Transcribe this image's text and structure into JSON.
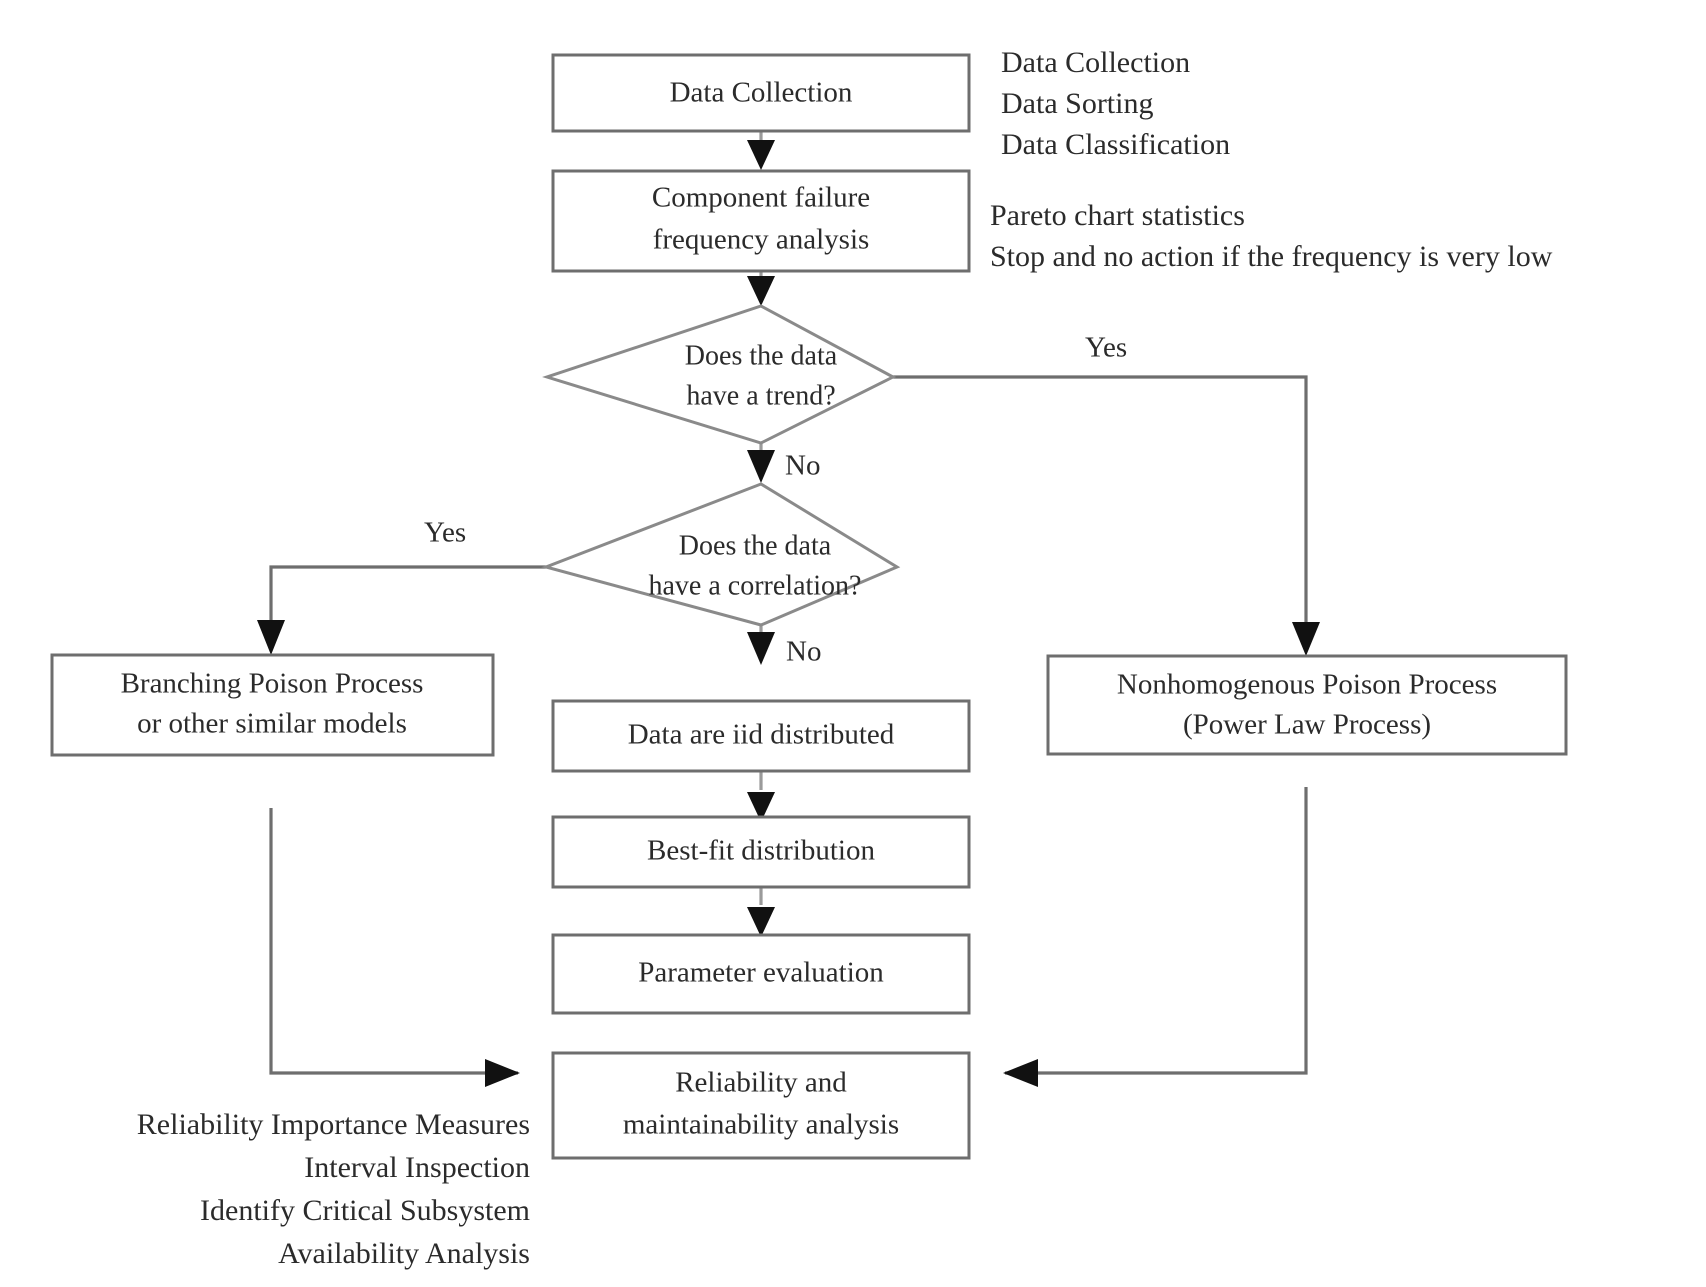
{
  "diagram": {
    "title": "Reliability data analysis flowchart",
    "colors": {
      "box_stroke": "#6e6e6e",
      "diamond_stroke": "#8a8a8a",
      "connector": "#6e6e6e",
      "arrowhead": "#111111",
      "text": "#2b2b2b",
      "background": "#ffffff"
    },
    "nodes": {
      "data_collection": "Data Collection",
      "component_failure_line1": "Component failure",
      "component_failure_line2": "frequency analysis",
      "trend_decision_line1": "Does the data",
      "trend_decision_line2": "have a trend?",
      "correlation_decision_line1": "Does the data",
      "correlation_decision_line2": "have a correlation?",
      "branching_poison_line1": "Branching Poison Process",
      "branching_poison_line2": "or other similar models",
      "nonhomogenous_line1": "Nonhomogenous Poison Process",
      "nonhomogenous_line2": "(Power Law Process)",
      "iid_distributed": "Data are iid distributed",
      "best_fit": "Best-fit distribution",
      "parameter_evaluation": "Parameter evaluation",
      "reliability_line1": "Reliability and",
      "reliability_line2": "maintainability analysis"
    },
    "edge_labels": {
      "trend_yes": "Yes",
      "trend_no": "No",
      "correlation_yes": "Yes",
      "correlation_no": "No"
    },
    "annotations": {
      "data_collection": [
        "Data Collection",
        "Data Sorting",
        "Data Classification"
      ],
      "component_failure": [
        "Pareto chart statistics",
        "Stop and no action if the frequency is very low"
      ],
      "reliability_outputs": [
        "Reliability Importance Measures",
        "Interval Inspection",
        "Identify Critical Subsystem",
        "Availability Analysis"
      ]
    }
  }
}
